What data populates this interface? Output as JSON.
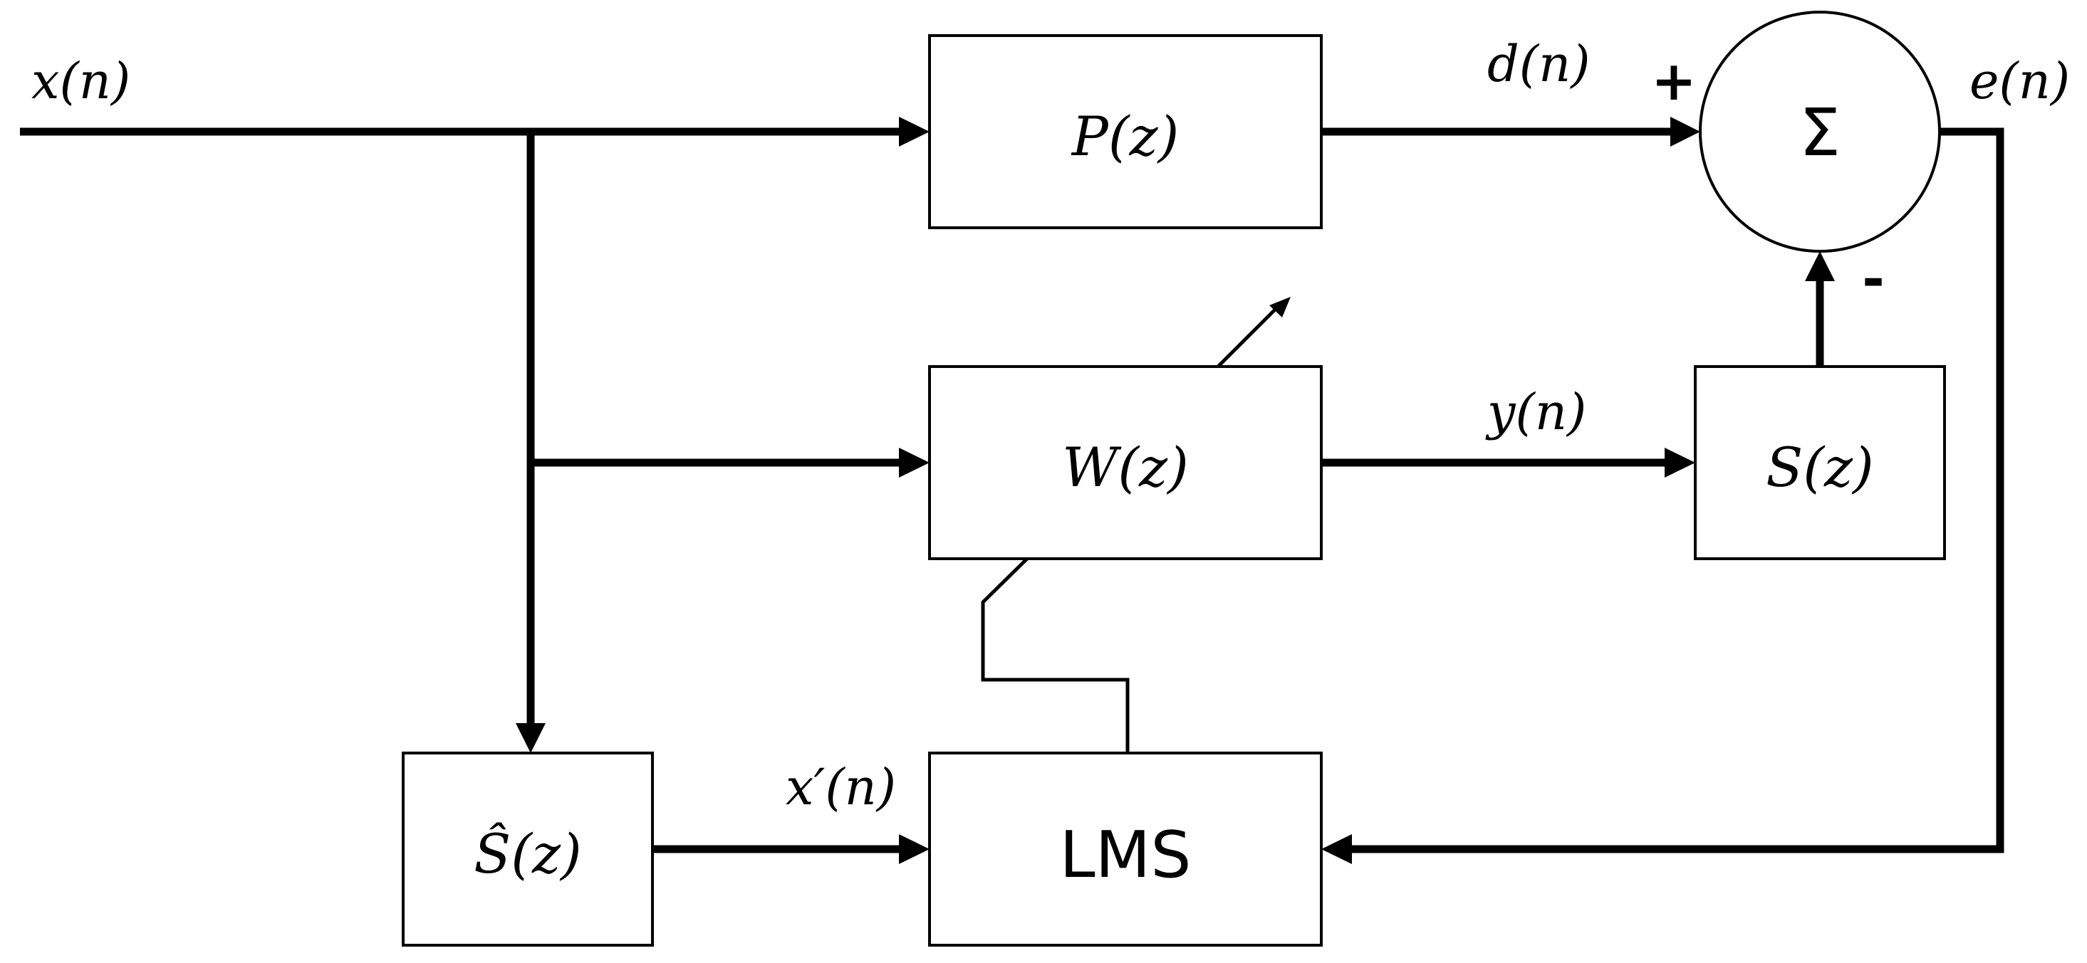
{
  "blocks": {
    "primary_path": "P(z)",
    "adaptive_filter": "W(z)",
    "secondary_path": "S(z)",
    "secondary_path_estimate": "Ŝ(z)",
    "lms": "LMS",
    "summer": "Σ"
  },
  "signals": {
    "input": "x(n)",
    "desired": "d(n)",
    "error": "e(n)",
    "output": "y(n)",
    "filtered_input": "x′(n)"
  },
  "signs": {
    "plus": "+",
    "minus": "-"
  }
}
